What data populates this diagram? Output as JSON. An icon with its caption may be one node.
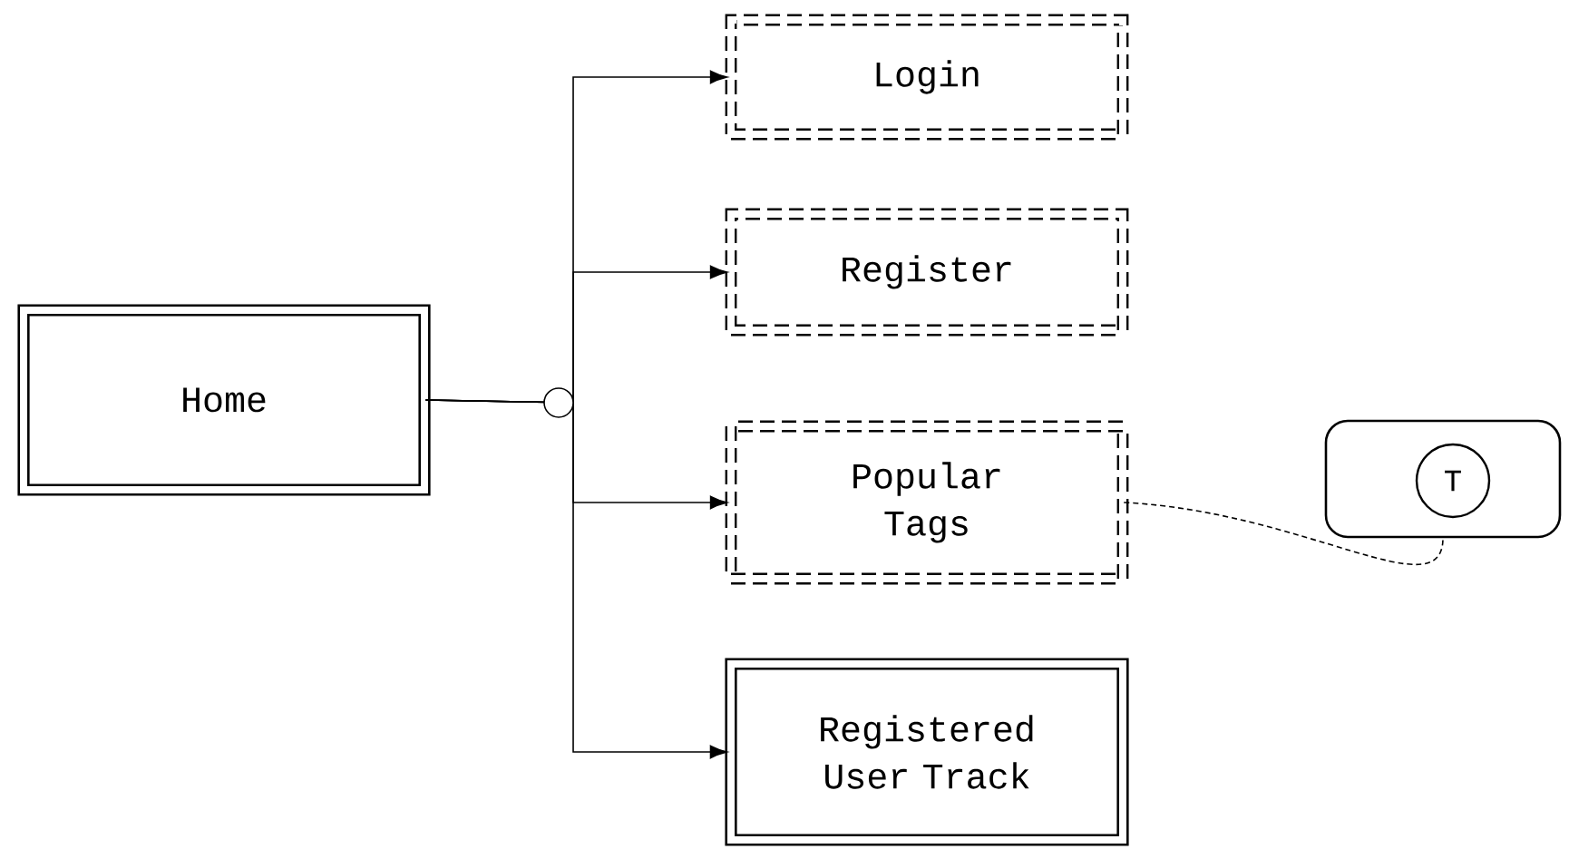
{
  "diagram": {
    "nodes": [
      {
        "text": [
          "Home"
        ]
      },
      {
        "text": [
          "Login"
        ]
      },
      {
        "text": [
          "Register"
        ]
      },
      {
        "text": [
          "Popular Tags"
        ]
      },
      {
        "text": [
          "Registered User Track"
        ]
      },
      {
        "text": [],
        "shape": "box"
      },
      {
        "text": [
          "T"
        ],
        "in": 5
      }
    ],
    "edges": [
      {
        "from": 0,
        "to": 1,
        "arrow": "to"
      },
      {
        "from": 0,
        "to": 2,
        "arrow": "to"
      },
      {
        "from": 0,
        "to": 3,
        "arrow": "to"
      },
      {
        "from": 0,
        "to": 4,
        "arrow": "to"
      },
      {
        "from": 3,
        "to": 5,
        "arrow": "none",
        "style": "dashed"
      }
    ]
  }
}
